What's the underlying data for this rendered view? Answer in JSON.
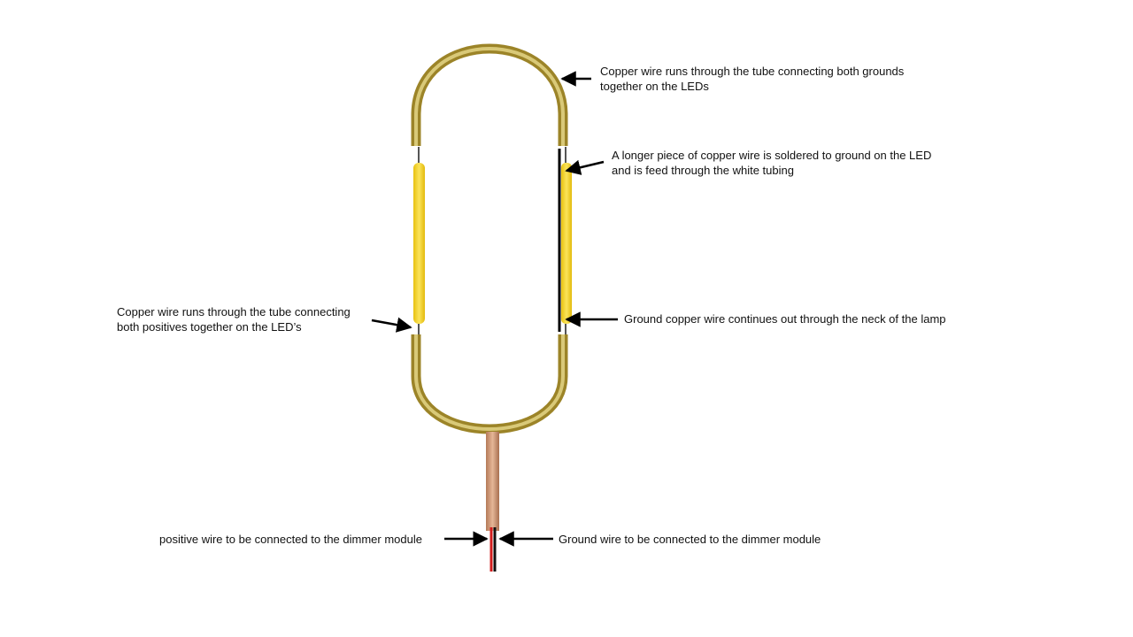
{
  "annotations": {
    "top_right": {
      "line1": "Copper wire runs through the tube connecting both grounds",
      "line2": "together on the LEDs"
    },
    "upper_right": {
      "line1": "A longer piece of copper wire is soldered to ground on the LED",
      "line2": "and is feed through the white tubing"
    },
    "left": {
      "line1": "Copper wire runs through the tube connecting",
      "line2": "both positives together on the LED’s"
    },
    "middle_right": {
      "line1": "Ground copper wire continues out through the neck of the lamp"
    },
    "bottom_left": {
      "line1": "positive wire to be connected to the dimmer module"
    },
    "bottom_right": {
      "line1": "Ground wire to be connected to the dimmer module"
    }
  },
  "colors": {
    "brass_tube": "#a8922e",
    "brass_highlight": "#e2d58a",
    "led_filament": "#f4d21f",
    "copper_neck": "#c98f6e",
    "positive_wire": "#d11d1d",
    "ground_wire": "#111111",
    "arrow": "#000000"
  }
}
